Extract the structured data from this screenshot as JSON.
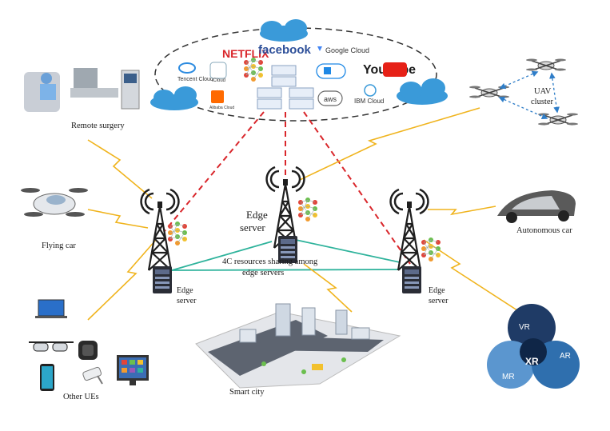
{
  "colors": {
    "wireless_link": "#f0b41e",
    "backhaul_link": "#d9262b",
    "sharing_link": "#2fb39c",
    "uav_link": "#2e7dc8",
    "cloud_fill": "#3a9ad9",
    "tower": "#1f1f1f",
    "xr_dark": "#1f3b66",
    "xr_mid": "#2f6fae",
    "xr_light": "#5b96cf"
  },
  "cloud_services": {
    "netflix": "NETFLIX",
    "facebook": "facebook",
    "google_cloud": "Google Cloud",
    "youtube": "YouTube",
    "tencent_cloud": "Tencent Cloud",
    "icloud": "iCloud",
    "alibaba_cloud": "Alibaba Cloud",
    "aws": "aws",
    "ibm_cloud": "IBM Cloud"
  },
  "labels": {
    "remote_surgery": "Remote surgery",
    "uav_cluster_1": "UAV",
    "uav_cluster_2": "cluster",
    "flying_car": "Flying car",
    "autonomous_car": "Autonomous car",
    "edge_server_center_1": "Edge",
    "edge_server_center_2": "server",
    "edge_server_left_1": "Edge",
    "edge_server_left_2": "server",
    "edge_server_right_1": "Edge",
    "edge_server_right_2": "server",
    "sharing_1": "4C resources sharing among",
    "sharing_2": "edge servers",
    "smart_city": "Smart city",
    "other_ues": "Other UEs"
  },
  "xr": {
    "vr": "VR",
    "ar": "AR",
    "mr": "MR",
    "xr": "XR"
  }
}
